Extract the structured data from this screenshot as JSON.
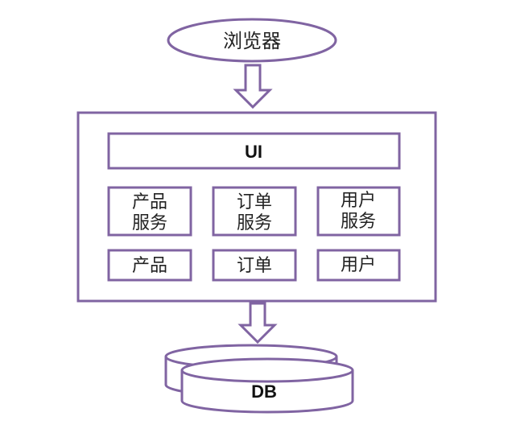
{
  "nodes": {
    "browser": "浏览器",
    "ui": "UI",
    "product_service_line1": "产品",
    "product_service_line2": "服务",
    "order_service_line1": "订单",
    "order_service_line2": "服务",
    "user_service_line1": "用户",
    "user_service_line2": "服务",
    "product": "产品",
    "order": "订单",
    "user": "用户",
    "db": "DB"
  },
  "colors": {
    "stroke": "#8064a2",
    "fill": "#ffffff",
    "text": "#222222"
  }
}
